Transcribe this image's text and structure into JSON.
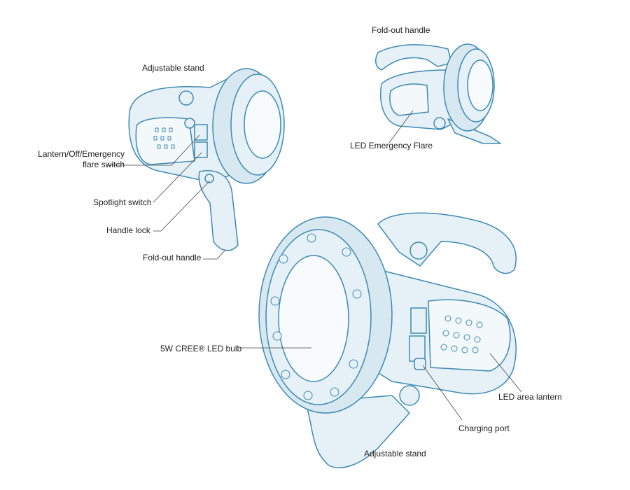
{
  "colors": {
    "outline": "#3d8ab3",
    "fill": "#e6f1f7",
    "fill_dark": "#cfe3ee",
    "leader": "#444444"
  },
  "labels": {
    "top_left_stand": "Adjustable stand",
    "switch_line1": "Lantern/Off/Emergency",
    "switch_line2": "flare switch",
    "spotlight_switch": "Spotlight switch",
    "handle_lock": "Handle lock",
    "fold_out_handle_left": "Fold-out handle",
    "fold_out_handle_top": "Fold-out handle",
    "led_emergency_flare": "LED Emergency Flare",
    "led_bulb": "5W CREE® LED bulb",
    "led_area_lantern": "LED area lantern",
    "charging_port": "Charging port",
    "bottom_stand": "Adjustable stand"
  }
}
